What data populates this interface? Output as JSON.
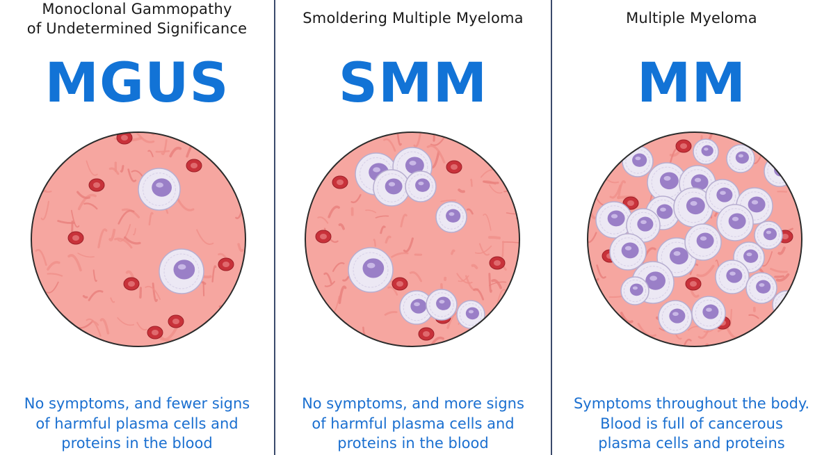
{
  "panels": [
    {
      "full_name_lines": [
        "Monoclonal Gammopathy",
        "of Undetermined Significance"
      ],
      "abbreviation": "MGUS",
      "description_lines": [
        "No symptoms, and fewer signs",
        "of harmful plasma cells and",
        "proteins in the blood"
      ]
    },
    {
      "full_name_lines": [
        "Smoldering Multiple Myeloma"
      ],
      "abbreviation": "SMM",
      "description_lines": [
        "No symptoms, and more signs",
        "of harmful plasma cells and",
        "proteins in the blood"
      ]
    },
    {
      "full_name_lines": [
        "Multiple Myeloma"
      ],
      "abbreviation": "MM",
      "description_lines": [
        "Symptoms throughout the body.",
        "Blood is full of cancerous",
        "plasma cells and proteins"
      ]
    }
  ],
  "colors": {
    "accent": "#1273d6",
    "tissue": "#f6a6a0",
    "red_cell": "#c8323a",
    "plasma_cell": "#ece8f4",
    "nucleus": "#9a7fc7",
    "divider": "#3a4a6b"
  }
}
